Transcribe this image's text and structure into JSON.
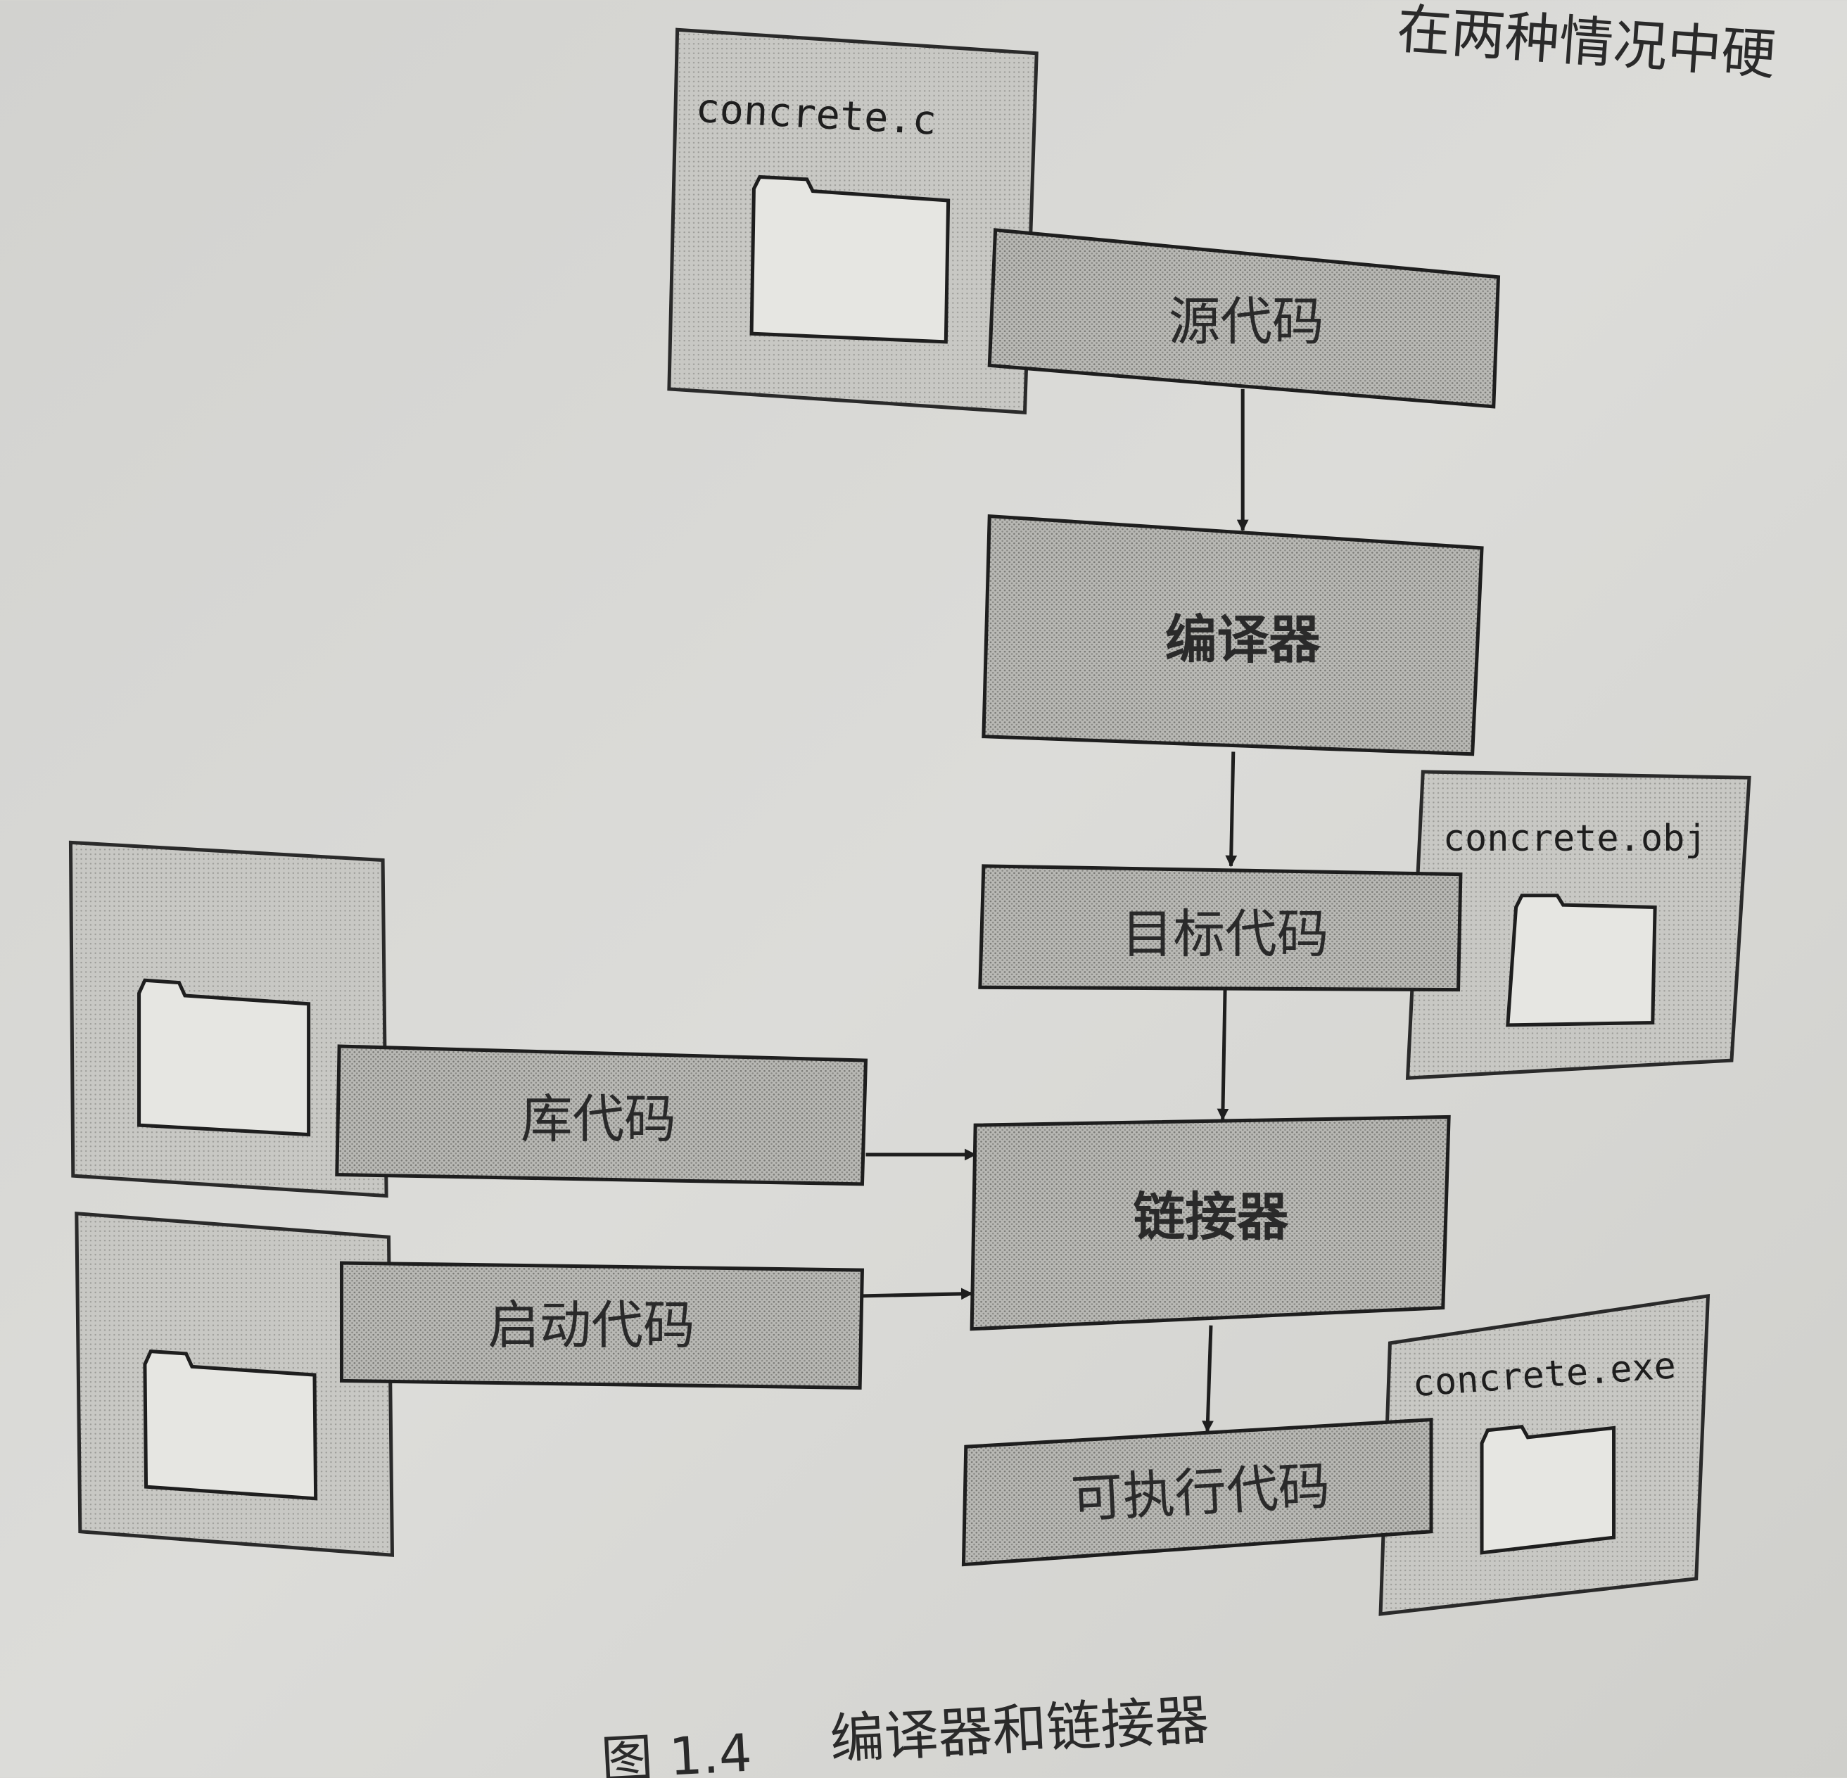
{
  "page_header_fragment": "在两种情况中硬",
  "diagram": {
    "nodes": {
      "source_file": "concrete.c",
      "source_code": "源代码",
      "compiler": "编译器",
      "object_code": "目标代码",
      "object_file": "concrete.obj",
      "library_code": "库代码",
      "startup_code": "启动代码",
      "linker": "链接器",
      "executable_code": "可执行代码",
      "executable_file": "concrete.exe"
    },
    "edges": [
      [
        "source_code",
        "compiler"
      ],
      [
        "compiler",
        "object_code"
      ],
      [
        "object_code",
        "linker"
      ],
      [
        "library_code",
        "linker"
      ],
      [
        "startup_code",
        "linker"
      ],
      [
        "linker",
        "executable_code"
      ]
    ]
  },
  "caption": {
    "number": "图 1.4",
    "title": "编译器和链接器"
  },
  "colors": {
    "background": "#d6d6d2",
    "box": "#b5b5b1",
    "ink": "#1e1e1e"
  }
}
